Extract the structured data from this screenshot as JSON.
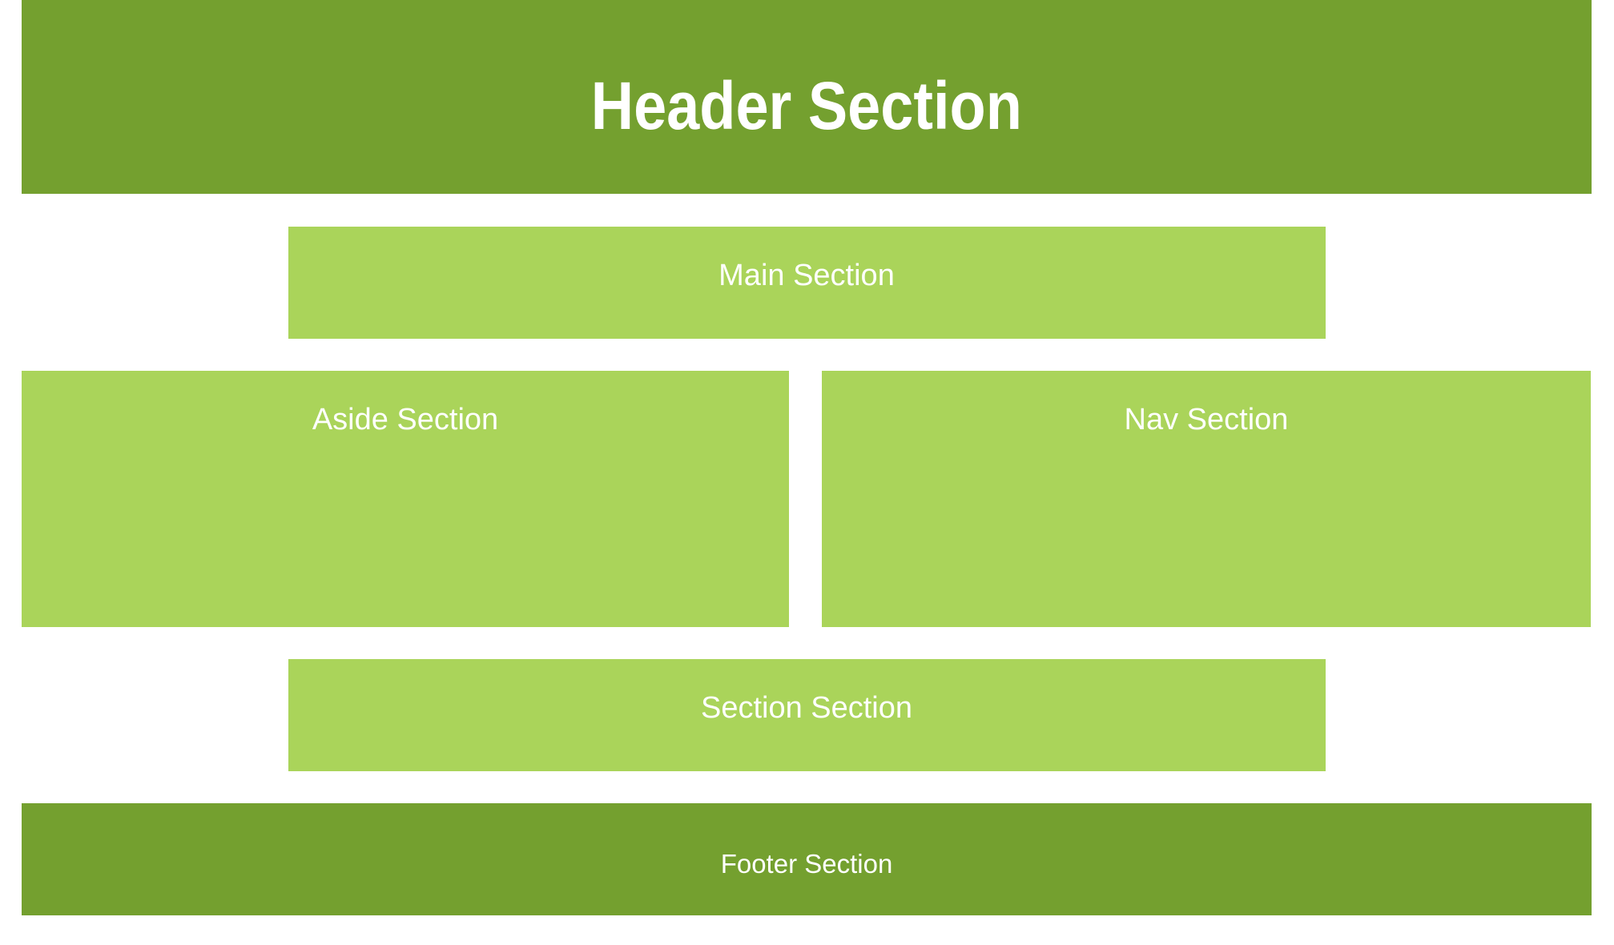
{
  "colors": {
    "dark_green": "#74A02F",
    "light_green": "#AAD45A",
    "text": "#FFFFFF",
    "page_background": "#FFFFFF"
  },
  "sections": {
    "header": {
      "label": "Header Section"
    },
    "main": {
      "label": "Main Section"
    },
    "aside": {
      "label": "Aside Section"
    },
    "nav": {
      "label": "Nav Section"
    },
    "section": {
      "label": "Section Section"
    },
    "footer": {
      "label": "Footer Section"
    }
  }
}
